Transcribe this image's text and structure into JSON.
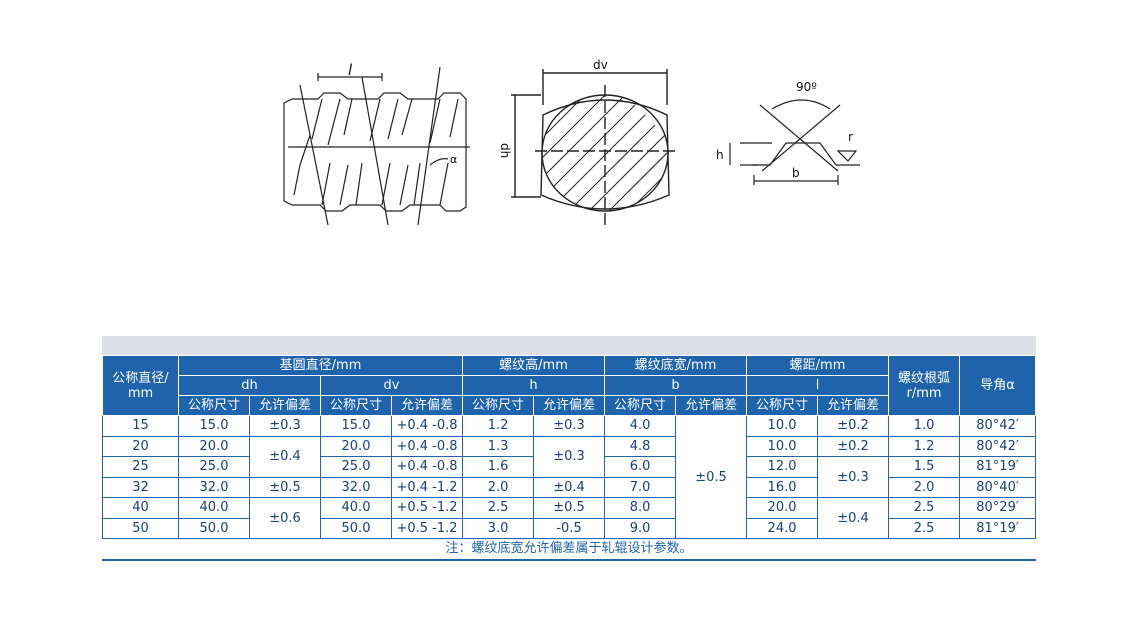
{
  "figures": {
    "fig1_label_l": "l",
    "fig1_label_alpha": "α",
    "fig2_label_dv": "dv",
    "fig2_label_dh": "dh",
    "fig3_label_angle": "90º",
    "fig3_label_r": "r",
    "fig3_label_h": "h",
    "fig3_label_b": "b"
  },
  "table": {
    "head": {
      "nominal": [
        "公称直径/",
        "mm"
      ],
      "base_diameter": "基圆直径/mm",
      "thread_height": "螺纹高/mm",
      "thread_width": "螺纹底宽/mm",
      "pitch": "螺距/mm",
      "root_radius": [
        "螺纹根弧",
        "r/mm"
      ],
      "lead_angle": "导角α",
      "dh": "dh",
      "dv": "dv",
      "h": "h",
      "b": "b",
      "l": "l",
      "size": "公称尺寸",
      "tol": "允许偏差"
    },
    "rows": [
      {
        "d": "15",
        "dh": "15.0",
        "dv": "15.0",
        "dv_tol": "+0.4 -0.8",
        "h": "1.2",
        "h_tol": "±0.3",
        "b": "4.0",
        "l": "10.0",
        "l_tol": "±0.2",
        "r": "1.0",
        "a": "80°42′"
      },
      {
        "d": "20",
        "dh": "20.0",
        "dv": "20.0",
        "dv_tol": "+0.4 -0.8",
        "h": "1.3",
        "b": "4.8",
        "l": "10.0",
        "l_tol": "±0.2",
        "r": "1.2",
        "a": "80°42′"
      },
      {
        "d": "25",
        "dh": "25.0",
        "dv": "25.0",
        "dv_tol": "+0.4 -0.8",
        "h": "1.6",
        "b": "6.0",
        "l": "12.0",
        "r": "1.5",
        "a": "81°19′"
      },
      {
        "d": "32",
        "dh": "32.0",
        "dv": "32.0",
        "dv_tol": "+0.4 -1.2",
        "h": "2.0",
        "h_tol": "±0.4",
        "b": "7.0",
        "l": "16.0",
        "r": "2.0",
        "a": "80°40′"
      },
      {
        "d": "40",
        "dh": "40.0",
        "dv": "40.0",
        "dv_tol": "+0.5 -1.2",
        "h": "2.5",
        "h_tol": "±0.5",
        "b": "8.0",
        "l": "20.0",
        "r": "2.5",
        "a": "80°29′"
      },
      {
        "d": "50",
        "dh": "50.0",
        "dv": "50.0",
        "dv_tol": "+0.5 -1.2",
        "h": "3.0",
        "h_tol": "-0.5",
        "b": "9.0",
        "l": "24.0",
        "r": "2.5",
        "a": "81°19′"
      }
    ],
    "merged": {
      "dh_tol_1": "±0.3",
      "dh_tol_23": "±0.4",
      "dh_tol_4": "±0.5",
      "dh_tol_56": "±0.6",
      "h_tol_23": "±0.3",
      "b_tol_all": "±0.5",
      "l_tol_34": "±0.3",
      "l_tol_56": "±0.4"
    },
    "note": "注：螺纹底宽允许偏差属于轧辊设计参数。"
  }
}
